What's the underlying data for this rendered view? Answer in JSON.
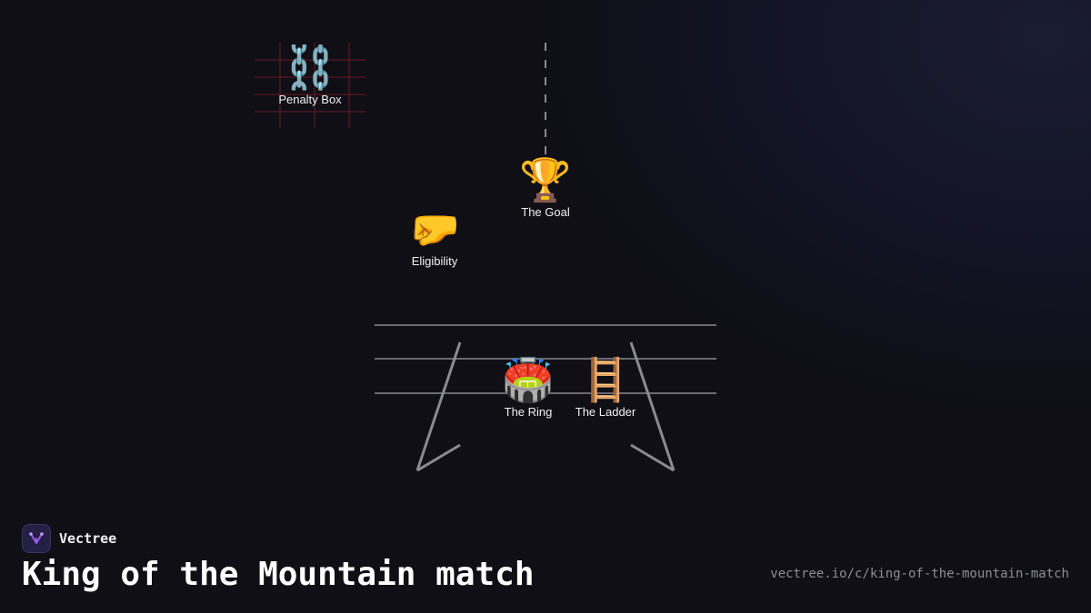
{
  "nodes": {
    "penalty_box": {
      "label": "Penalty Box",
      "icon": "chains-icon",
      "glyph": "⛓️"
    },
    "goal": {
      "label": "The Goal",
      "icon": "trophy-icon",
      "glyph": "🏆"
    },
    "eligibility": {
      "label": "Eligibility",
      "icon": "fist-bump-icon",
      "glyph": "🤛"
    },
    "ring": {
      "label": "The Ring",
      "icon": "stadium-icon",
      "glyph": "🏟️"
    },
    "ladder": {
      "label": "The Ladder",
      "icon": "ladder-icon",
      "glyph": "🪜"
    }
  },
  "colors": {
    "background": "#0f0f14",
    "grid_red": "#6e1a22",
    "stroke": "#8a8a92",
    "accent": "#9b5de5"
  },
  "footer": {
    "brand": "Vectree",
    "title": "King of the Mountain match",
    "url": "vectree.io/c/king-of-the-mountain-match"
  }
}
